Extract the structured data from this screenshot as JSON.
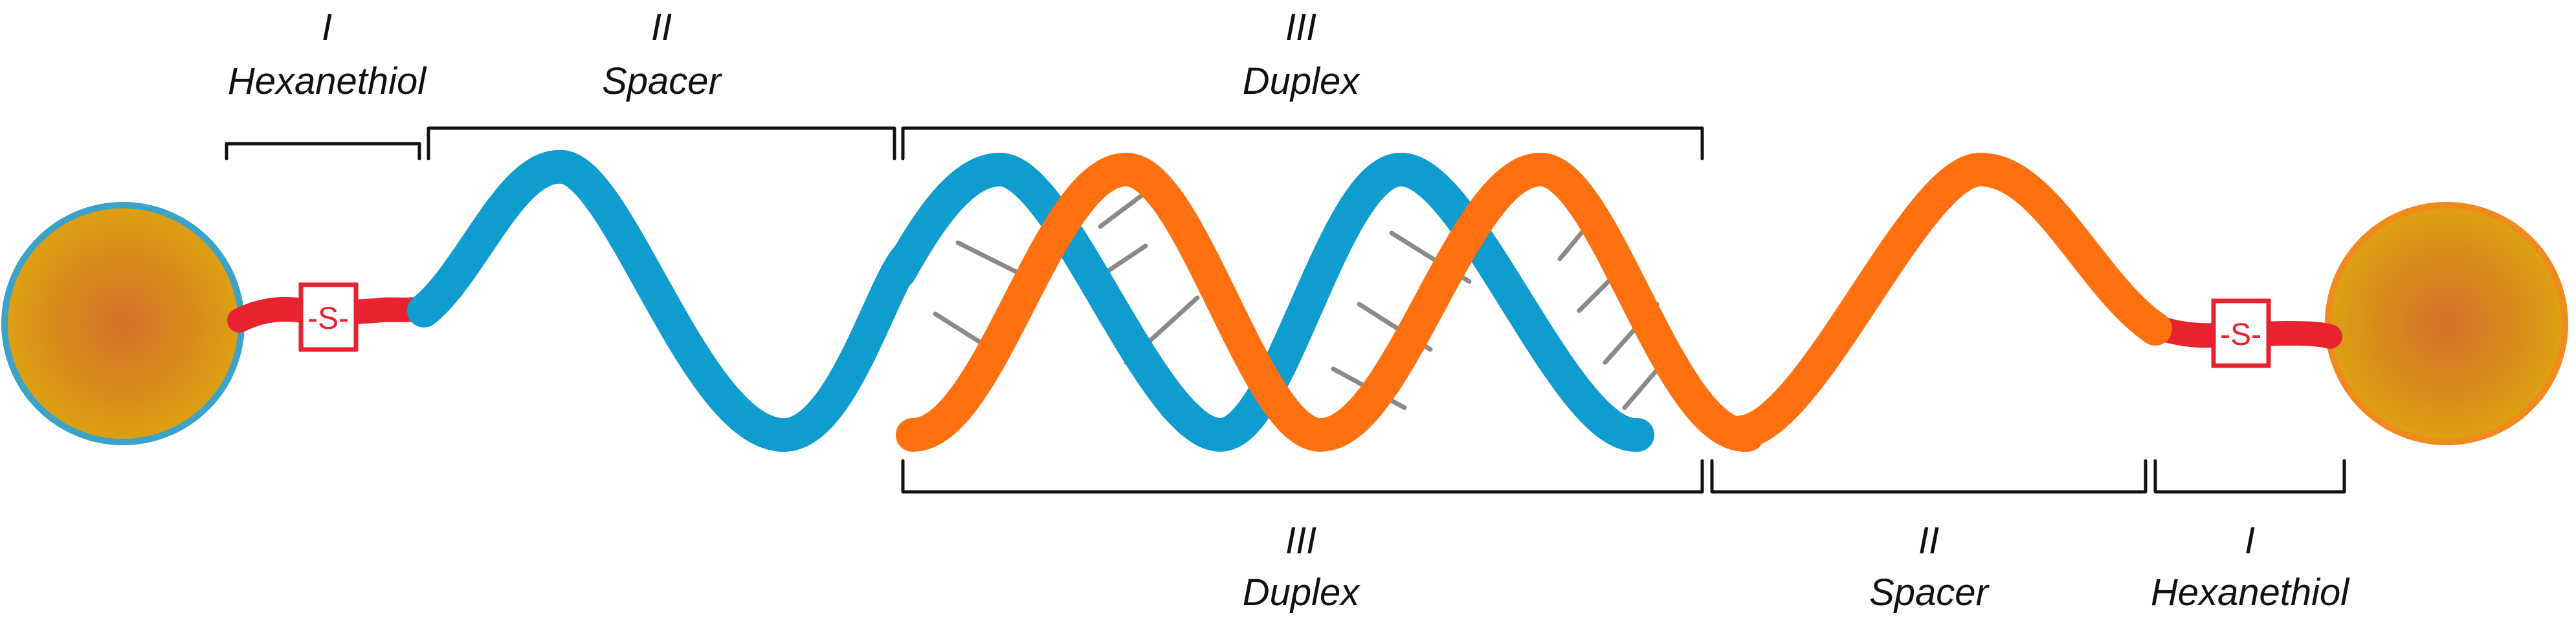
{
  "top_labels": {
    "hexanethiol": {
      "numeral": "I",
      "name": "Hexanethiol"
    },
    "spacer": {
      "numeral": "II",
      "name": "Spacer"
    },
    "duplex": {
      "numeral": "III",
      "name": "Duplex"
    }
  },
  "bottom_labels": {
    "duplex": {
      "numeral": "III",
      "name": "Duplex"
    },
    "spacer": {
      "numeral": "II",
      "name": "Spacer"
    },
    "hexanethiol": {
      "numeral": "I",
      "name": "Hexanethiol"
    }
  },
  "linker_left": {
    "symbol": "-S-"
  },
  "linker_right": {
    "symbol": "-S-"
  },
  "colors": {
    "strand_blue": "#0f9ccf",
    "strand_orange": "#ff7010",
    "thiol_red": "#e8232f",
    "gold_center": "#d6702a",
    "gold_edge": "#d89b10",
    "rung_gray": "#8a8a8a",
    "particle_rim_left": "#3aa3c7",
    "particle_rim_right": "#f08a1c"
  }
}
